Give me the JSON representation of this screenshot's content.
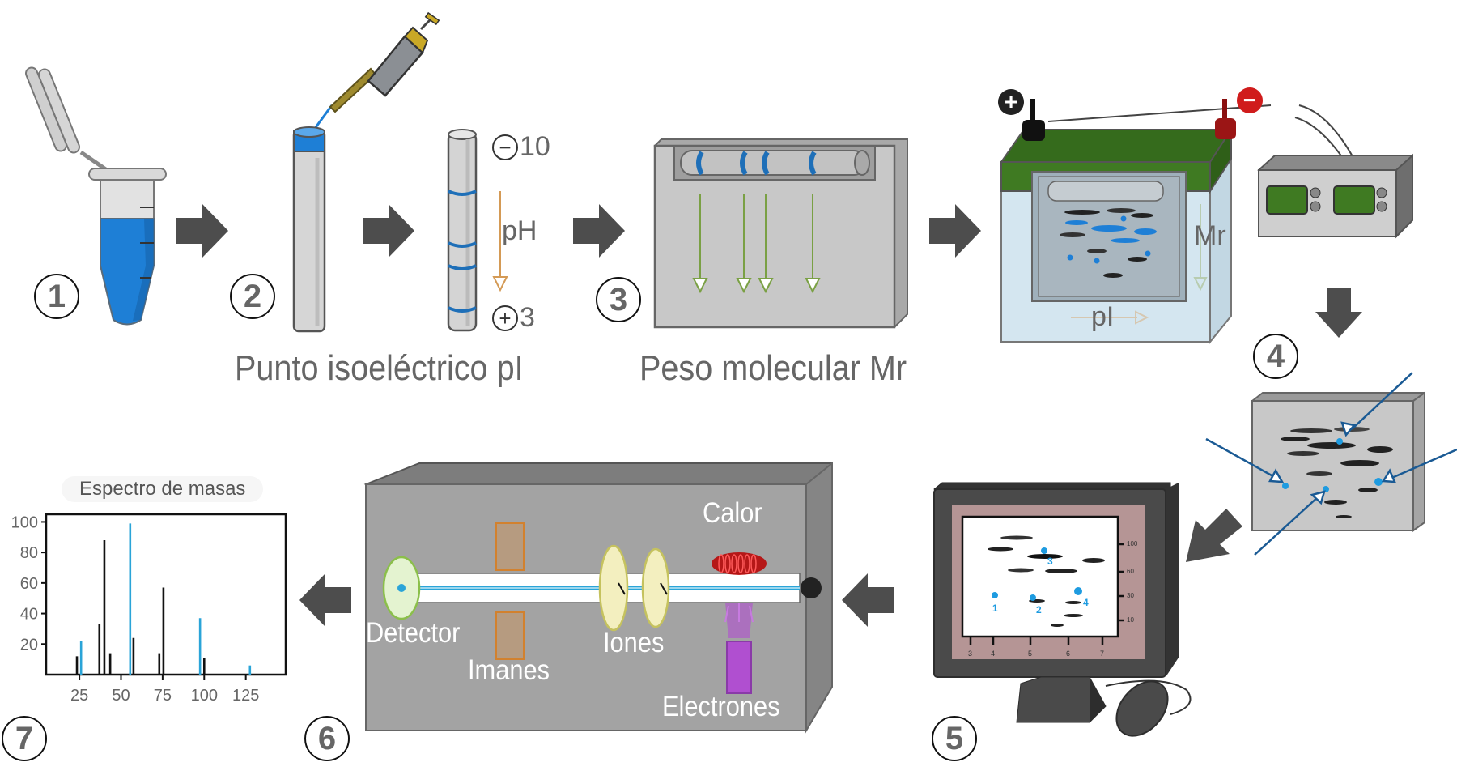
{
  "steps": [
    "1",
    "2",
    "3",
    "4",
    "5",
    "6",
    "7"
  ],
  "captions": {
    "isoelectric": "Punto isoeléctrico pI",
    "molecular_weight": "Peso molecular Mr"
  },
  "ipg_strip": {
    "top_sign": "−",
    "top_value": "10",
    "axis_label": "pH",
    "bottom_sign": "+",
    "bottom_value": "3"
  },
  "tank": {
    "positive_terminal": "+",
    "negative_terminal": "−",
    "mr_label": "Mr",
    "pi_label": "pI"
  },
  "monitor": {
    "x_ticks": [
      "3",
      "4",
      "5",
      "6",
      "7"
    ],
    "y_ticks": [
      "100",
      "60",
      "30",
      "10"
    ],
    "spot_labels": [
      "1",
      "2",
      "3",
      "4"
    ]
  },
  "mass_spectrometer": {
    "detector": "Detector",
    "magnets": "Imanes",
    "ions": "Iones",
    "heat": "Calor",
    "electrons": "Electrones"
  },
  "colors": {
    "arrow": "#4d4d4d",
    "sample_blue": "#1e7fd6",
    "peak_black": "#111111",
    "peak_blue": "#2aa4d8",
    "gel_gray": "#c8c8c8",
    "tank_green": "#3f7a22",
    "tank_liquid": "#d4e6f0",
    "ms_box": "#a3a3a3",
    "monitor_frame": "#4a4a4a",
    "monitor_bezel": "#b59595"
  },
  "chart_data": {
    "type": "bar",
    "title": "Espectro de masas",
    "xlabel": "",
    "ylabel": "",
    "xlim": [
      5,
      149
    ],
    "ylim": [
      0,
      105
    ],
    "x_ticks": [
      25,
      50,
      75,
      100,
      125
    ],
    "y_ticks": [
      20,
      40,
      60,
      80,
      100
    ],
    "grid": false,
    "series": [
      {
        "name": "black",
        "color": "#111111",
        "x": [
          23.5,
          37,
          40,
          43.5,
          57.5,
          73,
          75.5,
          100
        ],
        "values": [
          12,
          33,
          88,
          14,
          24,
          14,
          57,
          11
        ]
      },
      {
        "name": "blue",
        "color": "#2aa4d8",
        "x": [
          26,
          55.5,
          97.5,
          127.5
        ],
        "values": [
          22,
          99,
          37,
          6
        ]
      }
    ]
  }
}
